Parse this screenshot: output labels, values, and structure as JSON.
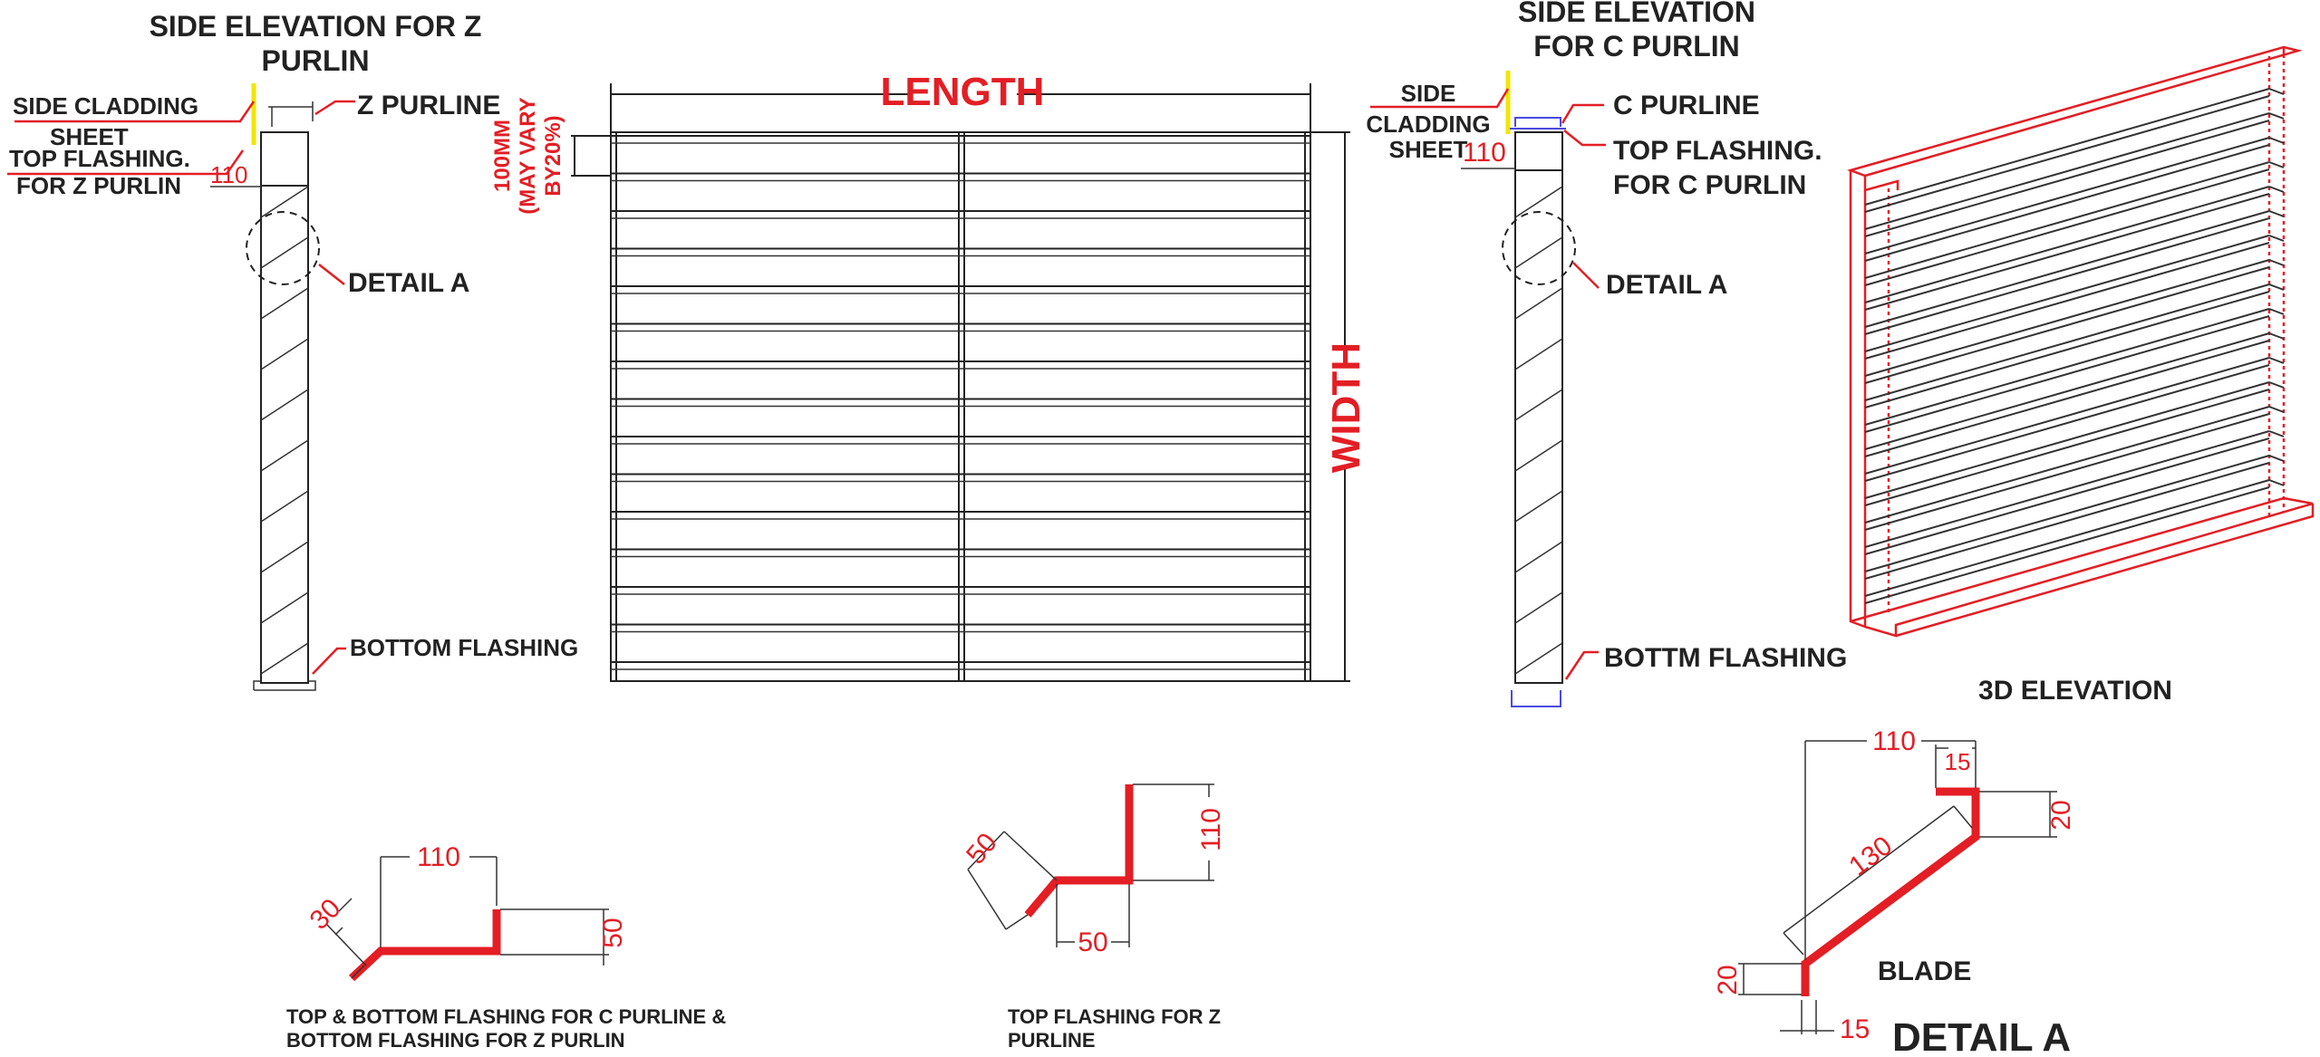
{
  "colors": {
    "accent_red": "#e31e24",
    "line_dark": "#222222",
    "cladding_yellow": "#f2e600",
    "flashing_blue": "#4a4adf"
  },
  "z_elevation": {
    "title_line1": "SIDE ELEVATION FOR Z",
    "title_line2": "PURLIN",
    "side_cladding": "SIDE CLADDING",
    "sheet": "SHEET",
    "top_flashing_line1": "TOP FLASHING.",
    "top_flashing_line2": "FOR Z PURLIN",
    "z_purline": "Z PURLINE",
    "dim_110": "110",
    "detail_a": "DETAIL A",
    "bottom_flashing": "BOTTOM FLASHING"
  },
  "front_elevation": {
    "length_label": "LENGTH",
    "width_label": "WIDTH",
    "spacing_line1": "100MM",
    "spacing_line2": "(MAY VARY",
    "spacing_line3": "BY20%)"
  },
  "c_elevation": {
    "title_line1": "SIDE ELEVATION",
    "title_line2": "FOR C PURLIN",
    "side": "SIDE",
    "cladding": "CLADDING",
    "sheet": "SHEET",
    "dim_110": "110",
    "c_purline": "C PURLINE",
    "top_flashing_line1": "TOP FLASHING.",
    "top_flashing_line2": "FOR C PURLIN",
    "detail_a": "DETAIL A",
    "bottom_flashing": "BOTTM FLASHING"
  },
  "elevation_3d": {
    "label": "3D ELEVATION"
  },
  "flashing_cz": {
    "dim_30": "30",
    "dim_110": "110",
    "dim_50": "50",
    "caption_line1": "TOP & BOTTOM FLASHING FOR C PURLINE &",
    "caption_line2": "BOTTOM FLASHING FOR Z PURLIN"
  },
  "flashing_z_top": {
    "dim_50_diag": "50",
    "dim_110": "110",
    "dim_50": "50",
    "caption_line1": "TOP FLASHING FOR Z",
    "caption_line2": "PURLINE"
  },
  "detail_a": {
    "dim_110": "110",
    "dim_15_top": "15",
    "dim_20_right": "20",
    "dim_130": "130",
    "dim_20_left": "20",
    "dim_15_bottom": "15",
    "blade": "BLADE",
    "title": "DETAIL A"
  }
}
